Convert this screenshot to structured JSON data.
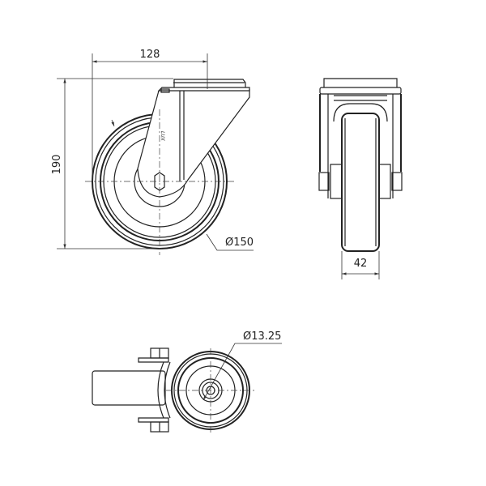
{
  "drawing": {
    "front_view": {
      "width_label": "128",
      "height_label": "190",
      "wheel_diameter_label": "Ø150",
      "logo_text": "LUX"
    },
    "side_view": {
      "wheel_width_label": "42"
    },
    "top_view": {
      "bore_diameter_label": "Ø13.25"
    },
    "colors": {
      "line": "#222222",
      "background": "#ffffff"
    }
  }
}
